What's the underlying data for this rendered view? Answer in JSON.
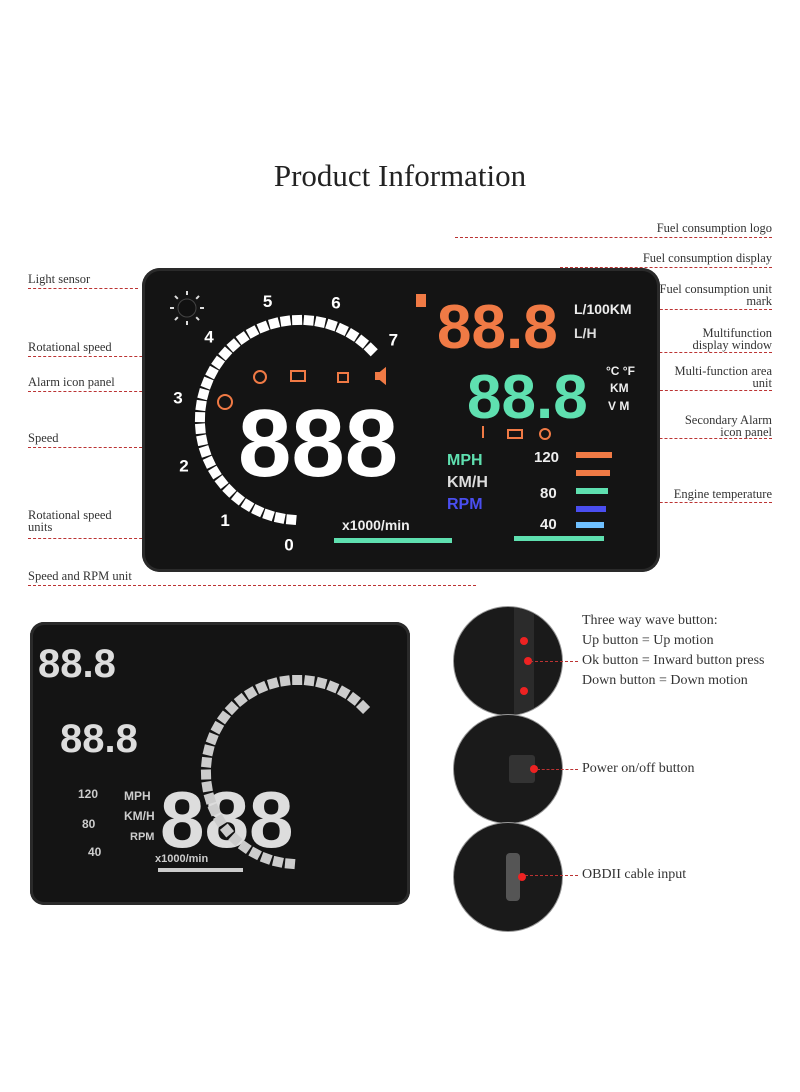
{
  "title": "Product Information",
  "left_labels": [
    "Light sensor",
    "Rotational speed",
    "Alarm icon panel",
    "Speed",
    "Rotational speed units",
    "Speed and RPM unit"
  ],
  "right_labels": [
    "Fuel consumption logo",
    "Fuel consumption display",
    "Fuel consumption unit mark",
    "Multifunction display window",
    "Multi-function area unit",
    "Secondary Alarm icon panel",
    "Engine temperature"
  ],
  "display": {
    "rpm_ticks": [
      "0",
      "1",
      "2",
      "3",
      "4",
      "5",
      "6",
      "7"
    ],
    "speed_digits": "888",
    "fuel_digits": "88.8",
    "multi_digits": "88.8",
    "fuel_units": [
      "L/100KM",
      "L/H"
    ],
    "multi_units": [
      "°C °F",
      "KM",
      "V M"
    ],
    "speed_units": [
      "MPH",
      "KM/H",
      "RPM"
    ],
    "rpm_unit": "x1000/min",
    "temp_scale": [
      "120",
      "80",
      "40"
    ],
    "alarm_icons": [
      "warning-icon",
      "engine-icon",
      "coffee-icon",
      "speaker-icon",
      "gear-shift-icon"
    ],
    "secondary_alarm_icons": [
      "coolant-temp-icon",
      "battery-icon",
      "gauge-icon"
    ],
    "colors": {
      "orange": "#f07a45",
      "green": "#5fe0b0",
      "blue": "#4a4ef0",
      "lightblue": "#6fc0ff",
      "white": "#ffffff",
      "dash": "#b33333"
    }
  },
  "buttons_info": {
    "lines": [
      "Three way wave button:",
      "Up button = Up motion",
      "Ok button = Inward button press",
      "Down button = Down motion"
    ],
    "power": "Power on/off button",
    "obd": "OBDII cable input"
  }
}
